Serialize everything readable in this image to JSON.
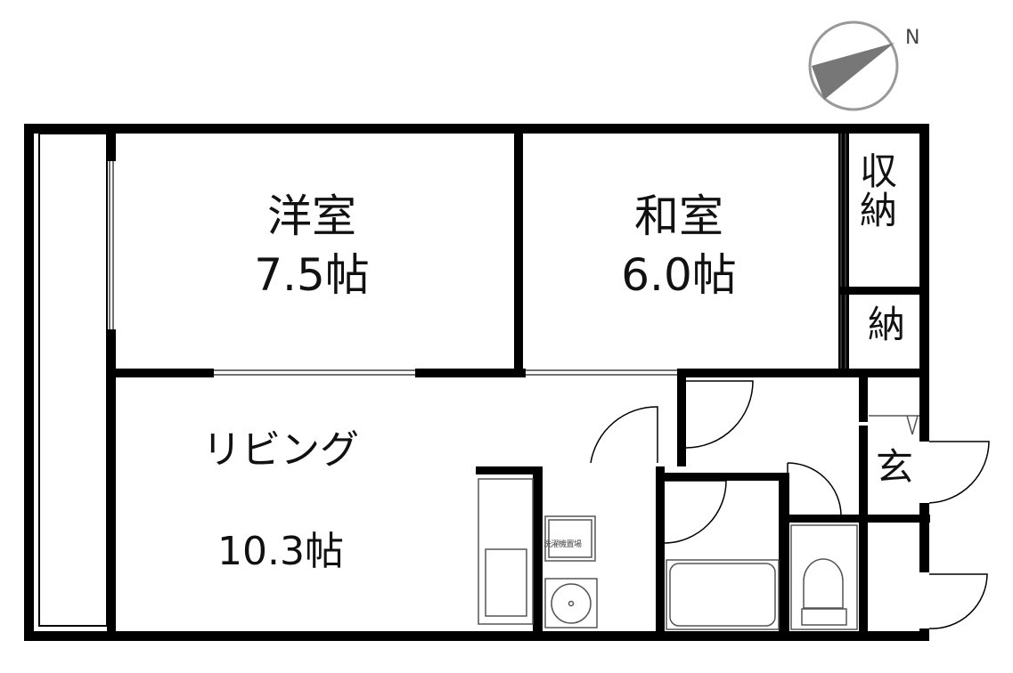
{
  "compass": {
    "north_label": "N",
    "icon": "compass-icon"
  },
  "rooms": {
    "western_room": {
      "name": "洋室",
      "size": "7.5帖"
    },
    "japanese_room": {
      "name": "和室",
      "size": "6.0帖"
    },
    "storage_closet": {
      "name": "収納"
    },
    "small_storage": {
      "name": "納"
    },
    "living": {
      "name": "リビング",
      "size": "10.3帖"
    },
    "entrance": {
      "name": "玄"
    }
  },
  "fixtures": {
    "washing_machine_label": "洗濯機置場"
  },
  "colors": {
    "wall": "#000000",
    "fixture": "#555555",
    "compass_fill": "#777777",
    "compass_ring": "#999999"
  }
}
